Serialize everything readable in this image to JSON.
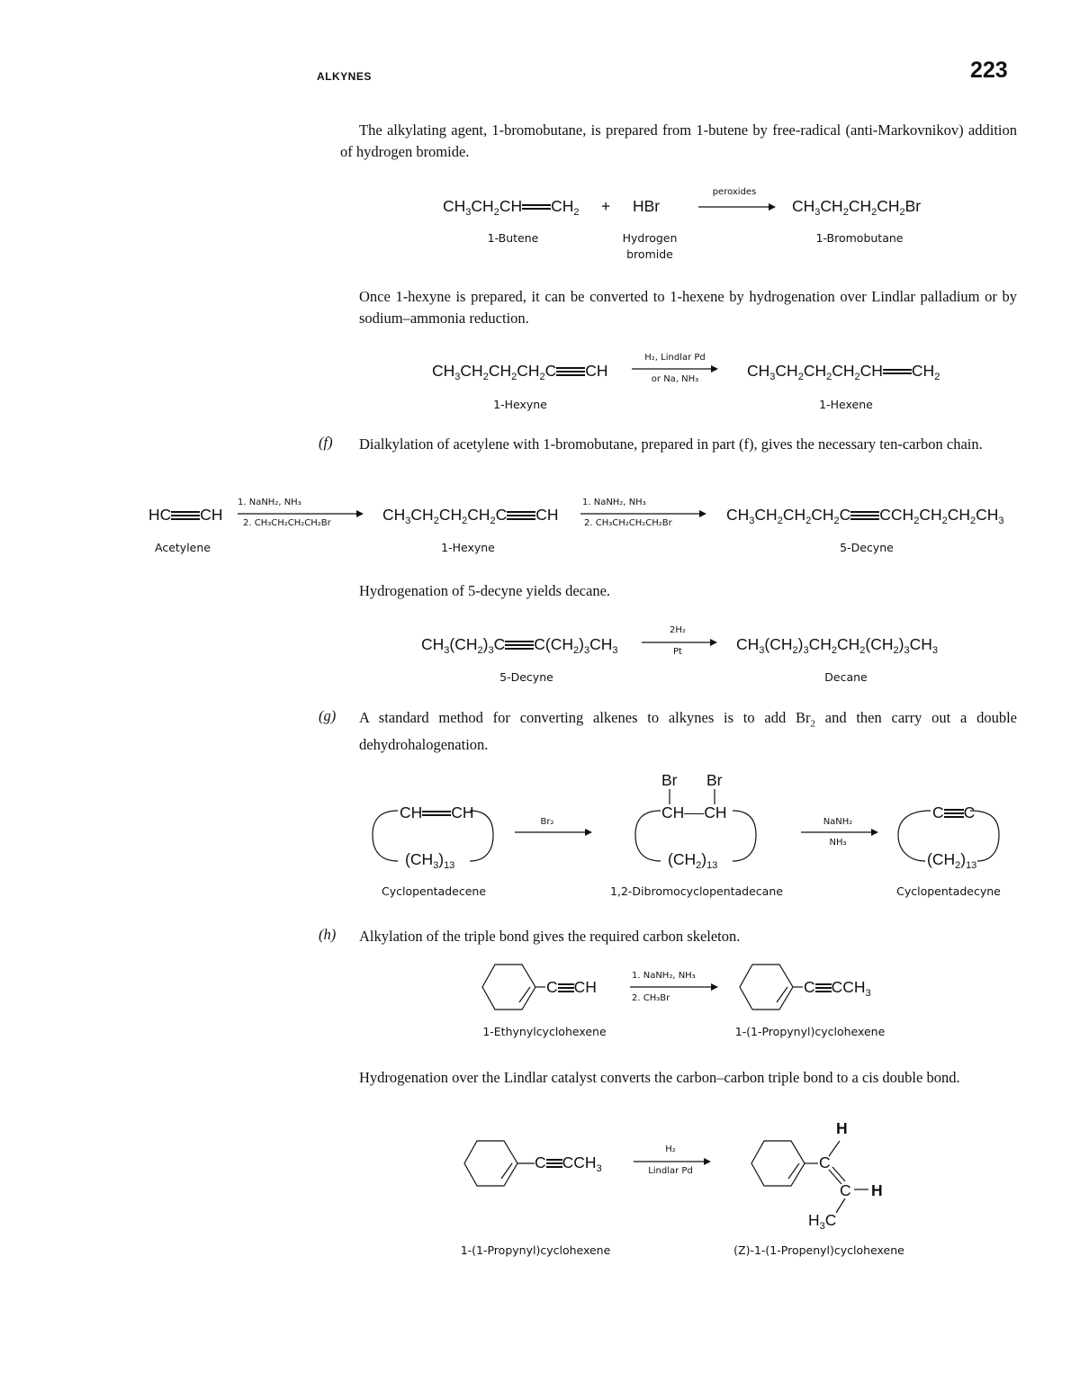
{
  "header": {
    "title": "ALKYNES",
    "page_number": "223"
  },
  "sections": {
    "intro": {
      "text": "The alkylating agent, 1-bromobutane, is prepared from 1-butene by free-radical (anti-Markovnikov) addition of hydrogen bromide."
    },
    "rxn1": {
      "reactant1": [
        "CH",
        "3",
        "CH",
        "2",
        "CH",
        "",
        "CH",
        "2"
      ],
      "reactant1_label": "1-Butene",
      "plus": "+",
      "reactant2": "HBr",
      "reactant2_label_line1": "Hydrogen",
      "reactant2_label_line2": "bromide",
      "reagent_top": "peroxides",
      "product_label": "1-Bromobutane"
    },
    "para2": {
      "text": "Once 1-hexyne is prepared, it can be converted to 1-hexene by hydrogenation over Lindlar palladium or by sodium–ammonia reduction."
    },
    "rxn2": {
      "reactant_label": "1-Hexyne",
      "reagent_top": "H₂, Lindlar Pd",
      "reagent_bottom": "or Na, NH₃",
      "product_label": "1-Hexene"
    },
    "part_f": {
      "letter": "(f)",
      "text": "Dialkylation of acetylene with 1-bromobutane, prepared in part (f), gives the necessary ten-carbon chain."
    },
    "rxn3": {
      "start": "HC",
      "start_end": "CH",
      "start_label": "Acetylene",
      "step1_top": "1. NaNH₂, NH₃",
      "step1_bottom": "2. CH₃CH₂CH₂CH₂Br",
      "mid_label": "1-Hexyne",
      "step2_top": "1. NaNH₂, NH₃",
      "step2_bottom": "2. CH₃CH₂CH₂CH₂Br",
      "product_label": "5-Decyne"
    },
    "para3": {
      "text": "Hydrogenation of 5-decyne yields decane."
    },
    "rxn4": {
      "reactant_label": "5-Decyne",
      "reagent_top": "2H₂",
      "reagent_bottom": "Pt",
      "product_label": "Decane"
    },
    "part_g": {
      "letter": "(g)",
      "text_before": "A standard method for converting alkenes to alkynes is to add Br",
      "text_sub": "2",
      "text_after": " and then carry out a double dehydrohalogenation."
    },
    "rxn5": {
      "reactant_top": "CH",
      "reactant_top2": "CH",
      "reactant_bottom": "(CH",
      "reactant_bottom_sub1": "3",
      "reactant_bottom_close": ")",
      "reactant_bottom_sub2": "13",
      "reactant_label": "Cyclopentadecene",
      "reagent1": "Br₂",
      "mid_br1": "Br",
      "mid_br2": "Br",
      "mid_top1": "CH",
      "mid_top2": "CH",
      "mid_bottom": "(CH",
      "mid_bottom_sub1": "2",
      "mid_bottom_close": ")",
      "mid_bottom_sub2": "13",
      "mid_label": "1,2-Dibromocyclopentadecane",
      "reagent2_top": "NaNH₂",
      "reagent2_bottom": "NH₃",
      "product_top1": "C",
      "product_top2": "C",
      "product_bottom": "(CH",
      "product_bottom_sub1": "2",
      "product_bottom_close": ")",
      "product_bottom_sub2": "13",
      "product_label": "Cyclopentadecyne"
    },
    "part_h": {
      "letter": "(h)",
      "text": "Alkylation of the triple bond gives the required carbon skeleton."
    },
    "rxn6": {
      "reactant_group": "C",
      "reactant_group_end": "CH",
      "reactant_label": "1-Ethynylcyclohexene",
      "reagent_top": "1. NaNH₂, NH₃",
      "reagent_bottom": "2. CH₃Br",
      "product_group": "C",
      "product_group_end": "CCH",
      "product_group_sub": "3",
      "product_label": "1-(1-Propynyl)cyclohexene"
    },
    "para4": {
      "text": "Hydrogenation over the Lindlar catalyst converts the carbon–carbon triple bond to a cis double bond."
    },
    "rxn7": {
      "reactant_group": "C",
      "reactant_group_end": "CCH",
      "reactant_group_sub": "3",
      "reactant_label": "1-(1-Propynyl)cyclohexene",
      "reagent_top": "H₂",
      "reagent_bottom": "Lindlar Pd",
      "product_h_top": "H",
      "product_c1": "C",
      "product_c2": "C",
      "product_h_right": "H",
      "product_ch3": "H",
      "product_ch3_sub": "3",
      "product_ch3_c": "C",
      "product_label": "(Z)-1-(1-Propenyl)cyclohexene"
    }
  }
}
